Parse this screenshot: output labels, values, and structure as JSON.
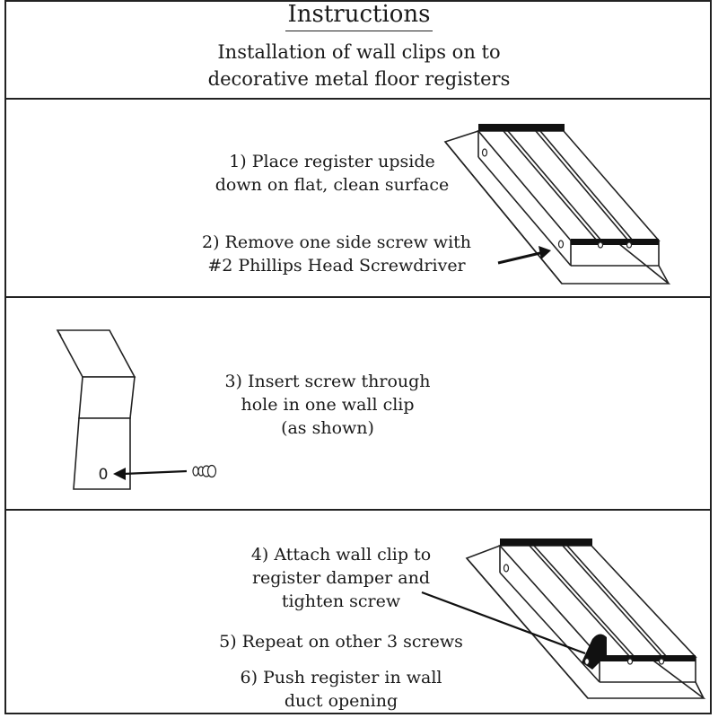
{
  "header": {
    "title": "Instructions",
    "subtitle_line1": "Installation of wall clips on to",
    "subtitle_line2": "decorative metal floor registers"
  },
  "panel1": {
    "step1_line1": "1) Place register upside",
    "step1_line2": "down on flat, clean surface",
    "step2_line1": "2) Remove one side screw with",
    "step2_line2": "#2 Phillips Head Screwdriver"
  },
  "panel2": {
    "step3_line1": "3) Insert screw through",
    "step3_line2": "hole in one wall clip",
    "step3_line3": "(as shown)",
    "clip_hole_label": "0"
  },
  "panel3": {
    "step4_line1": "4) Attach wall clip to",
    "step4_line2": "register damper and",
    "step4_line3": "tighten screw",
    "step5": "5) Repeat on other 3 screws",
    "step6_line1": "6) Push register in wall",
    "step6_line2": "duct opening"
  }
}
